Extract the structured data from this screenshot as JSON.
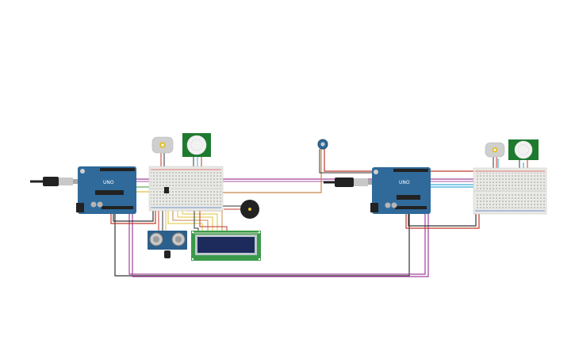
{
  "colors": {
    "background": "#ffffff",
    "arduino_board": "#2f6a9a",
    "arduino_header": "#222222",
    "breadboard": "#e9e9e6",
    "breadboard_rail_red": "#d9534f",
    "breadboard_rail_blue": "#4a76b8",
    "wire_purple": "#a0409a",
    "wire_red": "#c0392b",
    "wire_black": "#333333",
    "wire_orange": "#c8884a",
    "wire_yellow": "#e2c23a",
    "wire_cyan": "#3aaed8",
    "wire_green": "#3a9a3a",
    "lcd_pcb": "#3a9a4a",
    "lcd_screen": "#1c2a5c",
    "pir_pcb": "#1e7a2e",
    "pir_dome": "#f2f2f2",
    "servo_body": "#cfcfcf",
    "servo_horn": "#e2c23a",
    "buzzer": "#222222",
    "ultrasonic_pcb": "#2b5f8c",
    "usb_plug": "#c8c8c8",
    "usb_cable": "#222222",
    "potentiometer": "#2f6a9a"
  },
  "components": {
    "arduino_left": {
      "label": "UNO",
      "icon": "arduino-uno-board"
    },
    "arduino_right": {
      "label": "UNO",
      "icon": "arduino-uno-board"
    },
    "breadboard_left": {
      "icon": "half-breadboard"
    },
    "breadboard_right": {
      "icon": "half-breadboard"
    },
    "pir_left": {
      "icon": "pir-motion-sensor"
    },
    "pir_right": {
      "icon": "pir-motion-sensor"
    },
    "servo_left": {
      "icon": "servo-motor"
    },
    "servo_right": {
      "icon": "servo-motor"
    },
    "ultrasonic": {
      "icon": "ultrasonic-sensor"
    },
    "lcd": {
      "icon": "lcd-16x2-display"
    },
    "buzzer": {
      "icon": "piezo-buzzer"
    },
    "potentiometer": {
      "icon": "potentiometer"
    },
    "usb_left": {
      "icon": "usb-cable"
    },
    "usb_right": {
      "icon": "usb-cable"
    },
    "temp_sensor_left": {
      "icon": "temperature-sensor"
    },
    "temp_sensor_right": {
      "icon": "temperature-sensor"
    },
    "transistor": {
      "icon": "transistor"
    }
  }
}
